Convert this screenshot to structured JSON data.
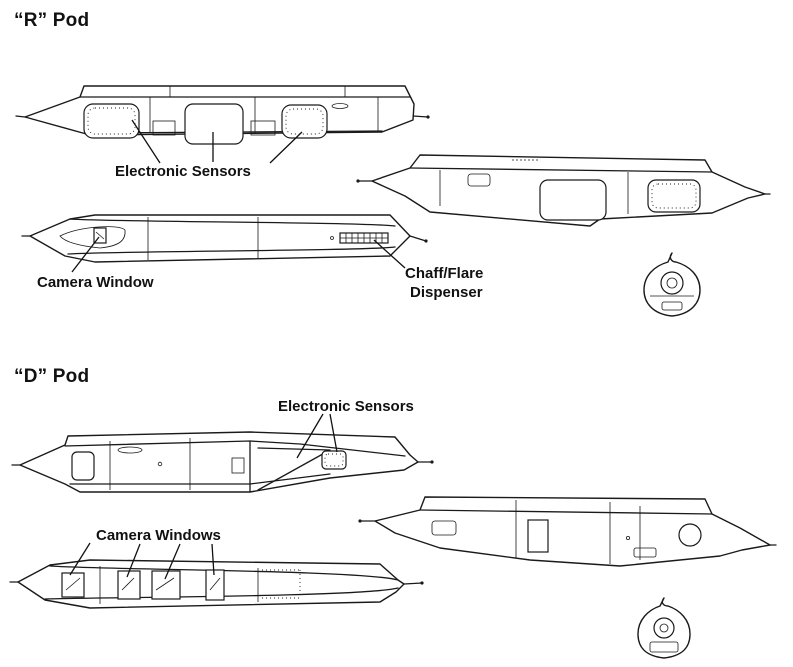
{
  "r_pod": {
    "title": "“R” Pod",
    "labels": {
      "electronic_sensors": "Electronic Sensors",
      "camera_window": "Camera Window",
      "chaff_flare_line1": "Chaff/Flare",
      "chaff_flare_line2": "Dispenser"
    }
  },
  "d_pod": {
    "title": "“D” Pod",
    "labels": {
      "electronic_sensors": "Electronic Sensors",
      "camera_windows": "Camera Windows"
    }
  },
  "colors": {
    "ink": "#1a1a1a",
    "background": "#ffffff"
  }
}
